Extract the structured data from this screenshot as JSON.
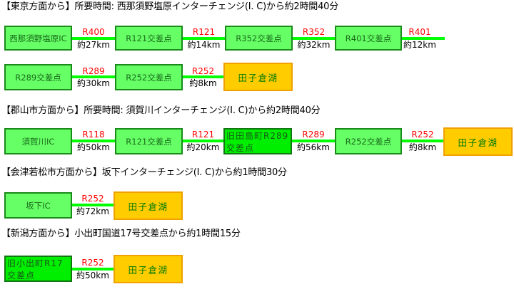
{
  "sections": [
    {
      "heading": "【東京方面から】所要時間: 西那須野塩原インターチェンジ(I. C)から約2時間40分",
      "rows": [
        {
          "nodes": [
            "西那須野塩原IC",
            "R121交差点",
            "R352交差点",
            "R401交差点"
          ],
          "links": [
            {
              "road": "R400",
              "distance": "約27km"
            },
            {
              "road": "R121",
              "distance": "約14km"
            },
            {
              "road": "R352",
              "distance": "約32km"
            },
            {
              "road": "R401",
              "distance": "約12km"
            }
          ]
        },
        {
          "nodes": [
            "R289交差点",
            "R252交差点",
            "田子倉湖"
          ],
          "links": [
            {
              "road": "R289",
              "distance": "約30km"
            },
            {
              "road": "R252",
              "distance": "約8km"
            }
          ]
        }
      ]
    },
    {
      "heading": "【郡山市方面から】所要時間: 須賀川インターチェンジ(I. C)から約2時間40分",
      "rows": [
        {
          "nodes": [
            "須賀川IC",
            "R121交差点",
            "旧田島町R289交差点",
            "R252交差点",
            "田子倉湖"
          ],
          "links": [
            {
              "road": "R118",
              "distance": "約50km"
            },
            {
              "road": "R121",
              "distance": "約20km"
            },
            {
              "road": "R289",
              "distance": "約56km"
            },
            {
              "road": "R252",
              "distance": "約8km"
            }
          ]
        }
      ]
    },
    {
      "heading": "【会津若松市方面から】坂下インターチェンジ(I. C)から約1時間30分",
      "rows": [
        {
          "nodes": [
            "坂下IC",
            "田子倉湖"
          ],
          "links": [
            {
              "road": "R252",
              "distance": "約72km"
            }
          ]
        }
      ]
    },
    {
      "heading": "【新潟方面から】小出町国道17号交差点から約1時間15分",
      "rows": [
        {
          "nodes": [
            "旧小出町R17交差点",
            "田子倉湖"
          ],
          "links": [
            {
              "road": "R252",
              "distance": "約50km"
            }
          ]
        }
      ]
    }
  ],
  "colors": {
    "node_fill": "#66ff66",
    "node_border": "#1a8a1a",
    "highlight_node_fill": "#00ee00",
    "destination_fill": "#ffcc00",
    "destination_border": "#f0a000",
    "connector_line": "#00ff00",
    "road_label": "#ff0000"
  }
}
